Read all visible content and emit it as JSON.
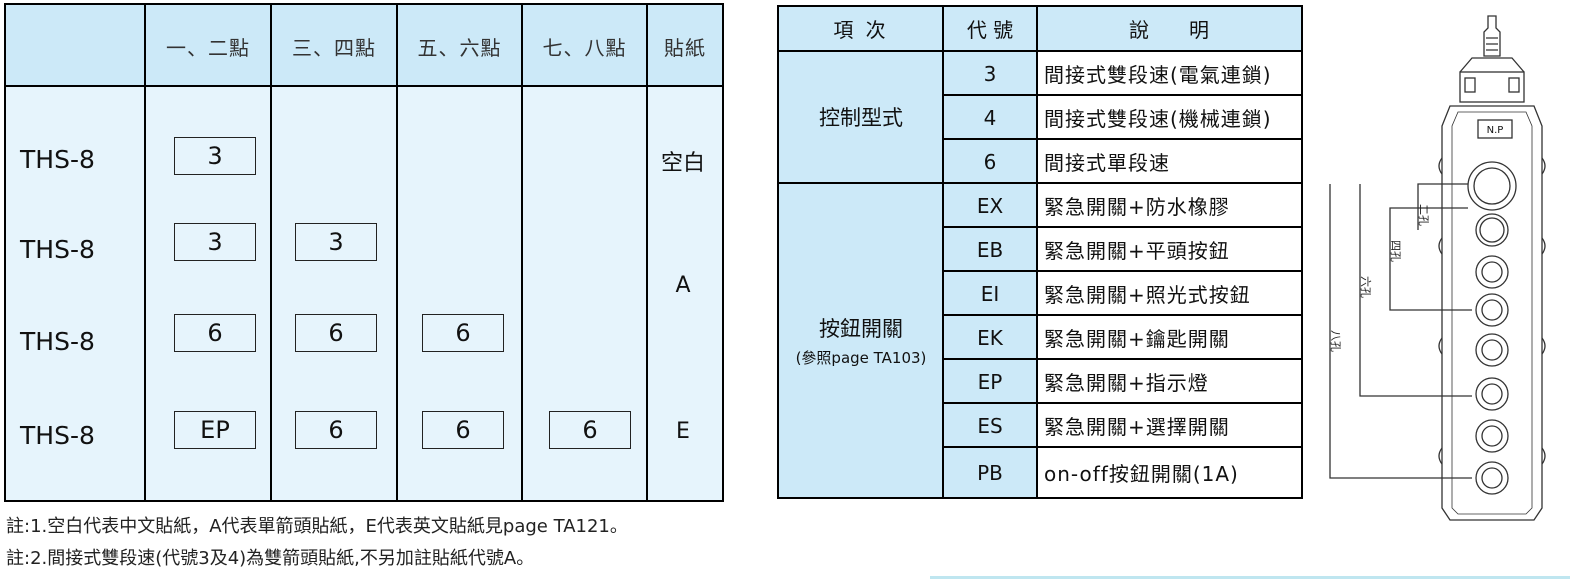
{
  "left_table": {
    "headers": [
      "一、二點",
      "三、四點",
      "五、六點",
      "七、八點",
      "貼紙"
    ],
    "rows": [
      {
        "model": "THS-8",
        "codes": [
          "3"
        ]
      },
      {
        "model": "THS-8",
        "codes": [
          "3",
          "3"
        ]
      },
      {
        "model": "THS-8",
        "codes": [
          "6",
          "6",
          "6"
        ]
      },
      {
        "model": "THS-8",
        "codes": [
          "EP",
          "6",
          "6",
          "6"
        ]
      }
    ],
    "stickers": [
      "空白",
      "A",
      "E"
    ]
  },
  "right_table": {
    "headers": {
      "item": "項 次",
      "code": "代 號",
      "desc": "說　　明"
    },
    "group1_label": "控制型式",
    "group2_label": "按鈕開關",
    "group2_sublabel": "(參照page TA103)",
    "rows": [
      {
        "code": "3",
        "desc": "間接式雙段速(電氣連鎖)"
      },
      {
        "code": "4",
        "desc": "間接式雙段速(機械連鎖)"
      },
      {
        "code": "6",
        "desc": "間接式單段速"
      },
      {
        "code": "EX",
        "desc": "緊急開關+防水橡膠"
      },
      {
        "code": "EB",
        "desc": "緊急開關+平頭按鈕"
      },
      {
        "code": "EI",
        "desc": "緊急開關+照光式按鈕"
      },
      {
        "code": "EK",
        "desc": "緊急開關+鑰匙開關"
      },
      {
        "code": "EP",
        "desc": "緊急開關+指示燈"
      },
      {
        "code": "ES",
        "desc": "緊急開關+選擇開關"
      },
      {
        "code": "PB",
        "desc": "on-off按鈕開關(1A)"
      }
    ]
  },
  "notes": [
    "註:1.空白代表中文貼紙，A代表單箭頭貼紙，E代表英文貼紙見page TA121。",
    "註:2.間接式雙段速(代號3及4)為雙箭頭貼紙,不另加註貼紙代號A。"
  ],
  "pendant": {
    "plate_label": "N.P",
    "hole_labels": [
      "二孔",
      "四孔",
      "六孔",
      "八孔"
    ]
  }
}
